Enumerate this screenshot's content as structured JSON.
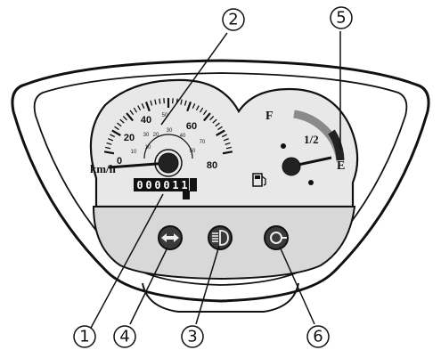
{
  "speedometer": {
    "unit": "km/h",
    "major_labels": [
      "0",
      "20",
      "40",
      "60",
      "80"
    ],
    "minor_labels": [
      "10",
      "30",
      "50",
      "70"
    ],
    "inner_labels": [
      "10",
      "20",
      "30",
      "40",
      "50"
    ],
    "odometer": [
      "0",
      "0",
      "0",
      "0",
      "1",
      "1"
    ]
  },
  "fuel_gauge": {
    "full_label": "F",
    "half_label": "1/2",
    "empty_label": "E"
  },
  "callouts": [
    "1",
    "2",
    "3",
    "4",
    "5",
    "6"
  ],
  "colors": {
    "outline": "#111111",
    "panel_fill": "#ffffff",
    "face_fill": "#e4e4e4",
    "lower_band": "#d8d8d8",
    "indicator_fill": "#3a3a3a",
    "fuel_arc": "#8a8a8a"
  },
  "icons": {
    "turn_signal": "turn-signal-icon",
    "headlight": "high-beam-icon",
    "oil": "oil-warning-icon",
    "fuel_pump": "fuel-pump-icon"
  }
}
